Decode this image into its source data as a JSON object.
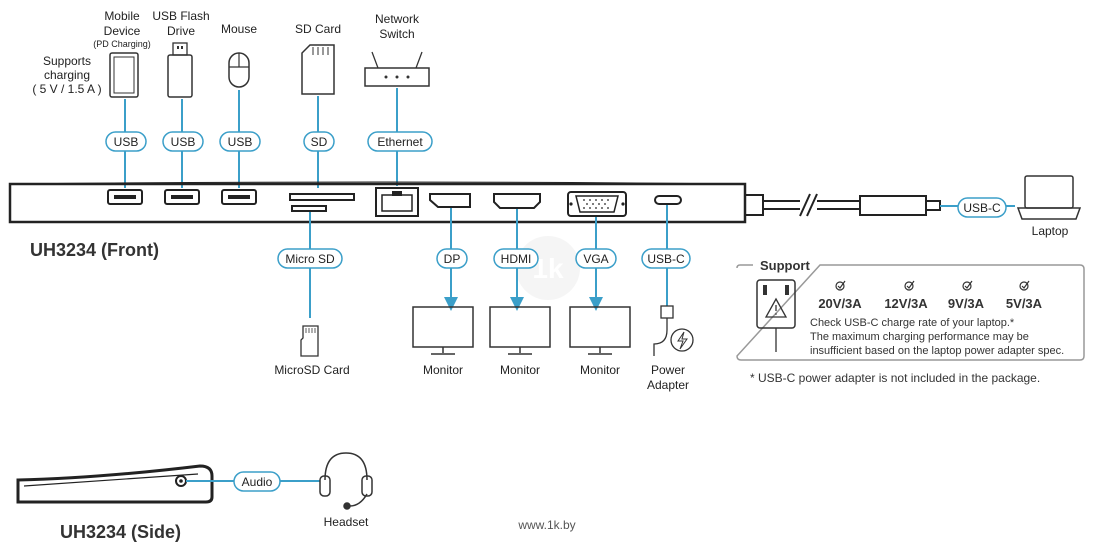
{
  "colors": {
    "accent": "#3b9fc9",
    "outline": "#333333",
    "muted": "#888888",
    "watermark": "#e3e3e3"
  },
  "front": {
    "title": "UH3234 (Front)",
    "top_ports": [
      {
        "pill": "USB",
        "device": [
          "Mobile",
          "Device"
        ],
        "sub": "(PD Charging)",
        "icon": "tablet-icon"
      },
      {
        "pill": "USB",
        "device": [
          "USB Flash",
          "Drive"
        ],
        "icon": "flash-drive-icon"
      },
      {
        "pill": "USB",
        "device": [
          "Mouse"
        ],
        "icon": "mouse-icon"
      },
      {
        "pill": "SD",
        "device": [
          "SD Card"
        ],
        "icon": "sd-card-icon"
      },
      {
        "pill": "Ethernet",
        "device": [
          "Network",
          "Switch"
        ],
        "icon": "network-switch-icon"
      }
    ],
    "charging_note": [
      "Supports",
      "charging",
      "( 5 V / 1.5 A )"
    ],
    "bottom_ports": [
      {
        "pill": "Micro SD",
        "device": "MicroSD Card",
        "icon": "microsd-card-icon"
      },
      {
        "pill": "DP",
        "device": "Monitor",
        "icon": "monitor-icon"
      },
      {
        "pill": "HDMI",
        "device": "Monitor",
        "icon": "monitor-icon"
      },
      {
        "pill": "VGA",
        "device": "Monitor",
        "icon": "monitor-icon"
      },
      {
        "pill": "USB-C",
        "device": [
          "Power",
          "Adapter"
        ],
        "icon": "power-adapter-icon"
      }
    ],
    "host": {
      "pill": "USB-C",
      "device": "Laptop",
      "icon": "laptop-icon"
    }
  },
  "support": {
    "title": "Support",
    "specs": [
      "20V/3A",
      "12V/3A",
      "9V/3A",
      "5V/3A"
    ],
    "lines": [
      "Check USB-C charge rate of your laptop.*",
      "The maximum charging performance may be",
      "insufficient based on the laptop power adapter spec."
    ],
    "footnote": "* USB-C power adapter is not included in the package."
  },
  "side": {
    "title": "UH3234 (Side)",
    "pill": "Audio",
    "device": "Headset",
    "icon": "headset-icon"
  },
  "watermark": {
    "logo": "1k",
    "url": "www.1k.by"
  }
}
